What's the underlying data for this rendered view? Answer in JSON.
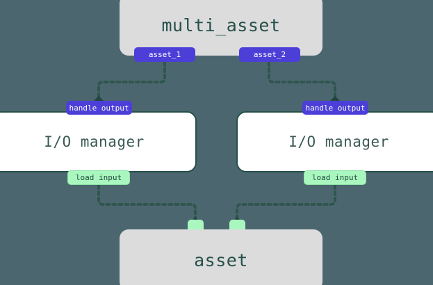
{
  "diagram": {
    "type": "asset-io-manager-flow",
    "background_color": "#4c6670",
    "edge_color": "#2f564e",
    "nodes": [
      {
        "id": "multi_asset",
        "kind": "asset-group",
        "label": "multi_asset",
        "fill": "#dcdcdc",
        "text_color": "#26504a"
      },
      {
        "id": "io_manager_left",
        "kind": "io-manager",
        "label": "I/O manager",
        "fill": "#ffffff",
        "border_color": "#26504a"
      },
      {
        "id": "io_manager_right",
        "kind": "io-manager",
        "label": "I/O manager",
        "fill": "#ffffff",
        "border_color": "#26504a"
      },
      {
        "id": "asset",
        "kind": "asset",
        "label": "asset",
        "fill": "#dcdcdc",
        "text_color": "#26504a"
      }
    ],
    "badges": [
      {
        "id": "asset_1",
        "label": "asset_1",
        "style": "purple",
        "fill": "#4c3fd8",
        "text_color": "#ffffff"
      },
      {
        "id": "asset_2",
        "label": "asset_2",
        "style": "purple",
        "fill": "#4c3fd8",
        "text_color": "#ffffff"
      },
      {
        "id": "handle_output_left",
        "label": "handle output",
        "style": "purple",
        "fill": "#4c3fd8",
        "text_color": "#ffffff"
      },
      {
        "id": "handle_output_right",
        "label": "handle output",
        "style": "purple",
        "fill": "#4c3fd8",
        "text_color": "#ffffff"
      },
      {
        "id": "load_input_left",
        "label": "load input",
        "style": "green",
        "fill": "#a9f7bf",
        "text_color": "#1f4a3c"
      },
      {
        "id": "load_input_right",
        "label": "load input",
        "style": "green",
        "fill": "#a9f7bf",
        "text_color": "#1f4a3c"
      }
    ],
    "edges": [
      {
        "id": "edge-asset1-handle-left",
        "from": "asset_1",
        "to": "handle_output_left",
        "style": "dotted",
        "arrow": "diamond"
      },
      {
        "id": "edge-asset2-handle-right",
        "from": "asset_2",
        "to": "handle_output_right",
        "style": "dotted",
        "arrow": "diamond"
      },
      {
        "id": "edge-load-left-asset",
        "from": "load_input_left",
        "to": "asset_handle_1",
        "style": "dotted",
        "arrow": "diamond"
      },
      {
        "id": "edge-load-right-asset",
        "from": "load_input_right",
        "to": "asset_handle_2",
        "style": "dotted",
        "arrow": "diamond"
      }
    ],
    "handles": [
      {
        "id": "asset_handle_1",
        "fill": "#a9f7bf"
      },
      {
        "id": "asset_handle_2",
        "fill": "#a9f7bf"
      }
    ]
  }
}
